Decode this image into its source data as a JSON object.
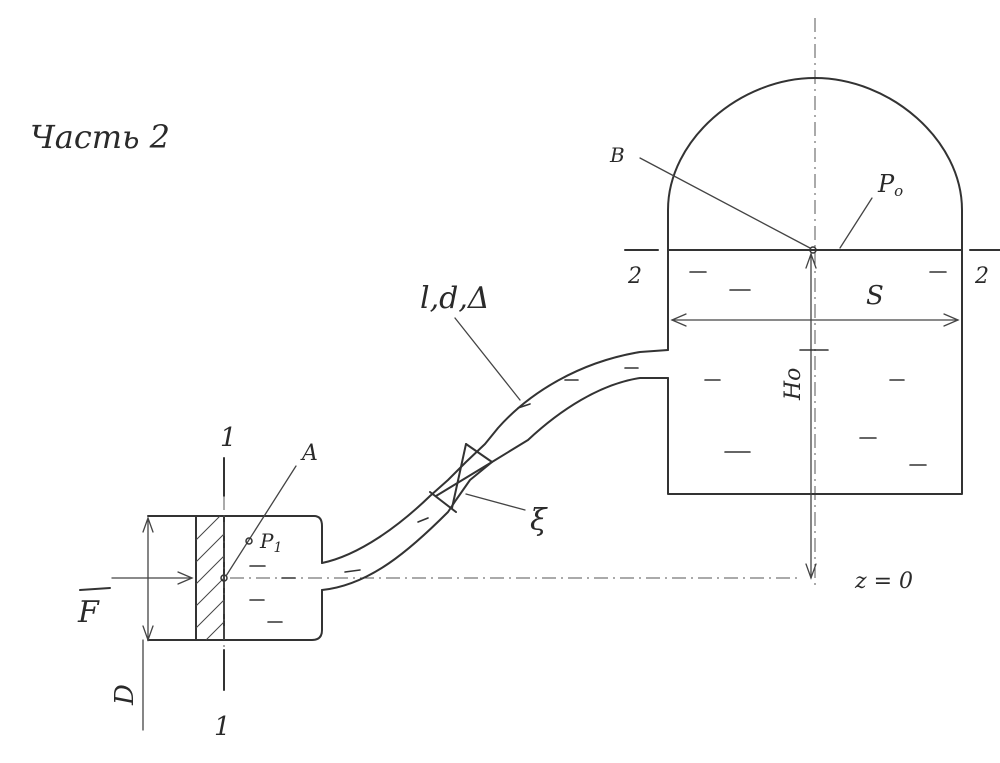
{
  "title": "Часть 2",
  "labels": {
    "section_1_top": "1",
    "section_1_bottom": "1",
    "section_2_left": "2",
    "section_2_right": "2",
    "point_a": "A",
    "point_b": "B",
    "pressure_p1": "P",
    "pressure_p1_sub": "1",
    "pressure_p0": "P",
    "pressure_p0_sub": "o",
    "pipe_params": "l,d,Δ",
    "local_loss": "ξ",
    "width_s": "S",
    "height_h0": "Ho",
    "force_f": "F",
    "diameter_d": "D",
    "datum": "z = 0"
  },
  "colors": {
    "ink": "#333333",
    "paper": "#ffffff"
  }
}
